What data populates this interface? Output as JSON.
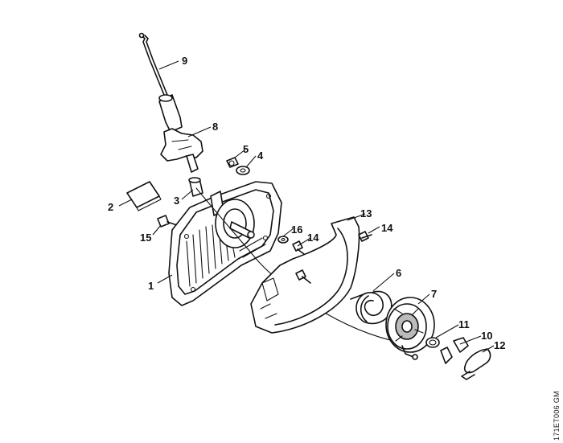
{
  "diagram": {
    "reference_code": "171ET006 GM",
    "callouts": {
      "c1": "1",
      "c2": "2",
      "c3": "3",
      "c4": "4",
      "c5": "5",
      "c6": "6",
      "c7": "7",
      "c8": "8",
      "c9": "9",
      "c10": "10",
      "c11": "11",
      "c12": "12",
      "c13": "13",
      "c14a": "14",
      "c14b": "14",
      "c15": "15",
      "c16": "16"
    }
  }
}
